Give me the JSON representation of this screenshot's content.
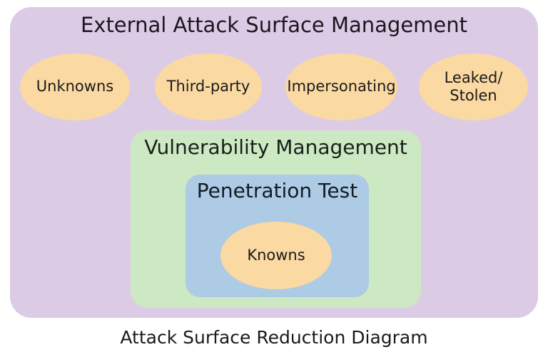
{
  "colors": {
    "outer_fill": "#dccbe5",
    "ellipse_fill": "#fbd9a2",
    "vulnerability_fill": "#cde9c3",
    "penetration_fill": "#adcbe5",
    "text": "#1a1a1a"
  },
  "outer": {
    "title": "External Attack Surface Management"
  },
  "ellipses": [
    {
      "label": "Unknowns"
    },
    {
      "label": "Third-party"
    },
    {
      "label": "Impersonating"
    },
    {
      "label": "Leaked/\nStolen"
    }
  ],
  "vulnerability": {
    "title": "Vulnerability Management"
  },
  "penetration": {
    "title": "Penetration Test"
  },
  "knowns": {
    "label": "Knowns"
  },
  "caption": "Attack Surface Reduction Diagram"
}
